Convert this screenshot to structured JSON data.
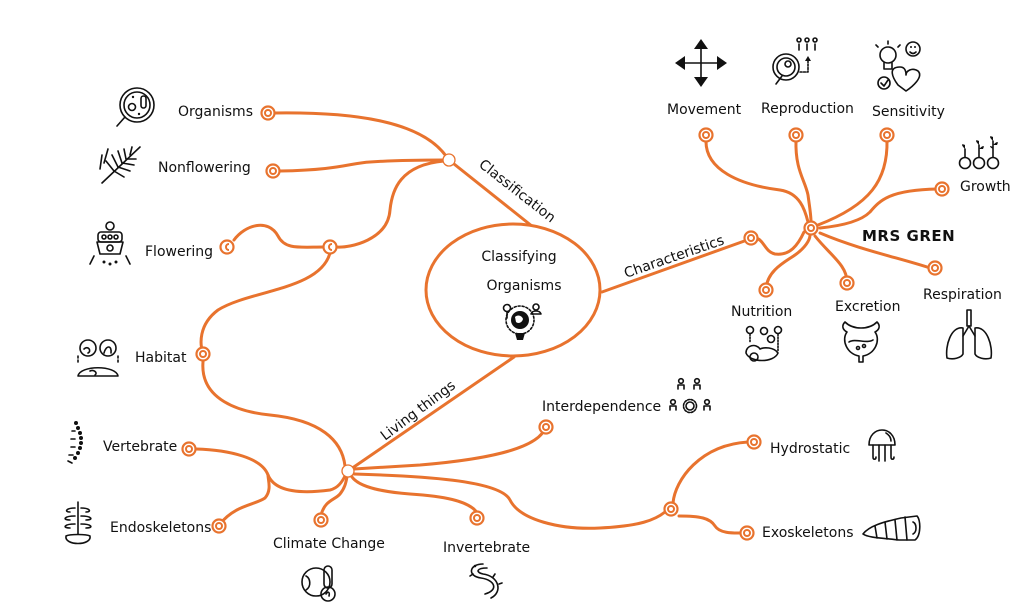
{
  "central": {
    "title_line1": "Classifying",
    "title_line2": "Organisms",
    "icon": "globe-ecology-icon"
  },
  "author": "MRS GREN",
  "accent_color": "#e8732e",
  "branches": {
    "classification": {
      "label": "Classification",
      "children": [
        {
          "label": "Organisms",
          "icon": "microscope-petri-icon"
        },
        {
          "label": "Nonflowering",
          "icon": "fern-icon"
        },
        {
          "label": "Flowering",
          "icon": "flower-pot-icon"
        }
      ]
    },
    "characteristics": {
      "label": "Characteristics",
      "children": [
        {
          "label": "Movement",
          "icon": "move-arrows-icon"
        },
        {
          "label": "Reproduction",
          "icon": "reproduction-icon"
        },
        {
          "label": "Sensitivity",
          "icon": "sensitivity-icon"
        },
        {
          "label": "Growth",
          "icon": "growth-plants-icon"
        },
        {
          "label": "Respiration",
          "icon": "lungs-icon"
        },
        {
          "label": "Excretion",
          "icon": "bladder-icon"
        },
        {
          "label": "Nutrition",
          "icon": "nutrition-icon"
        }
      ]
    },
    "living_things": {
      "label": "Living things",
      "children": [
        {
          "label": "Habitat",
          "icon": "habitat-icon"
        },
        {
          "label": "Vertebrate",
          "icon": "spine-icon"
        },
        {
          "label": "Endoskeletons",
          "icon": "ribcage-icon"
        },
        {
          "label": "Climate  Change",
          "icon": "thermometer-globe-icon"
        },
        {
          "label": "Invertebrate",
          "icon": "worm-icon"
        },
        {
          "label": "Interdependence",
          "icon": "people-network-icon"
        },
        {
          "label": "Hydrostatic",
          "icon": "jellyfish-icon"
        },
        {
          "label": "Exoskeletons",
          "icon": "shell-icon"
        }
      ]
    }
  }
}
